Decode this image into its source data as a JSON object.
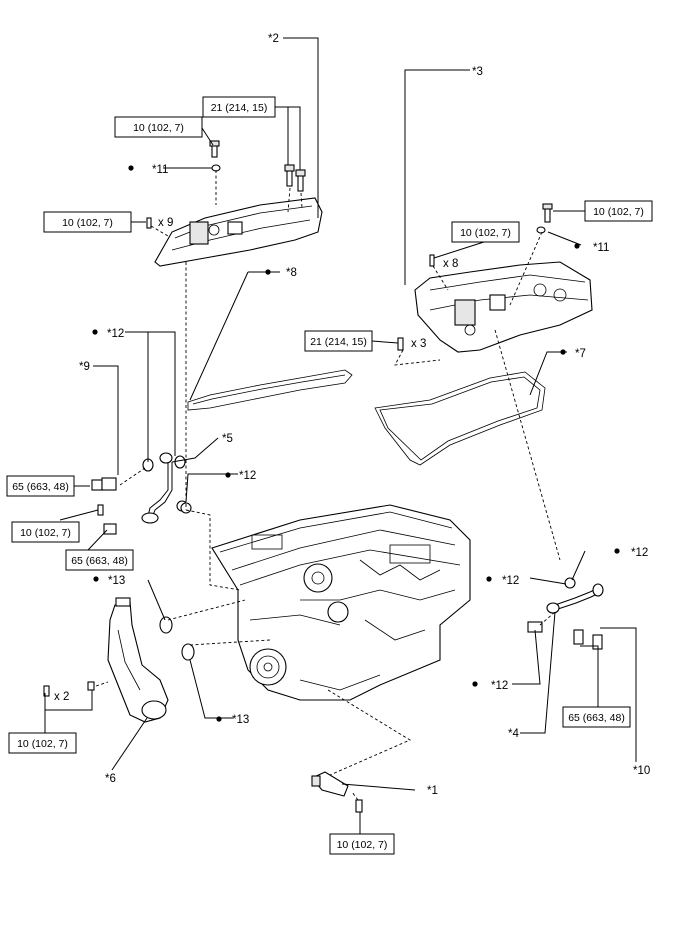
{
  "callouts": {
    "c1": "*1",
    "c2": "*2",
    "c3": "*3",
    "c4": "*4",
    "c5": "*5",
    "c6": "*6",
    "c7": "*7",
    "c8": "*8",
    "c9": "*9",
    "c10": "*10",
    "c11": "*11",
    "c12": "*12",
    "c13": "*13"
  },
  "torque": {
    "t10": "10 (102, 7)",
    "t21": "21 (214, 15)",
    "t65": "65 (663, 48)"
  },
  "qty": {
    "x9": "x 9",
    "x8": "x 8",
    "x3": "x 3",
    "x2": "x 2"
  },
  "bullet": "●"
}
